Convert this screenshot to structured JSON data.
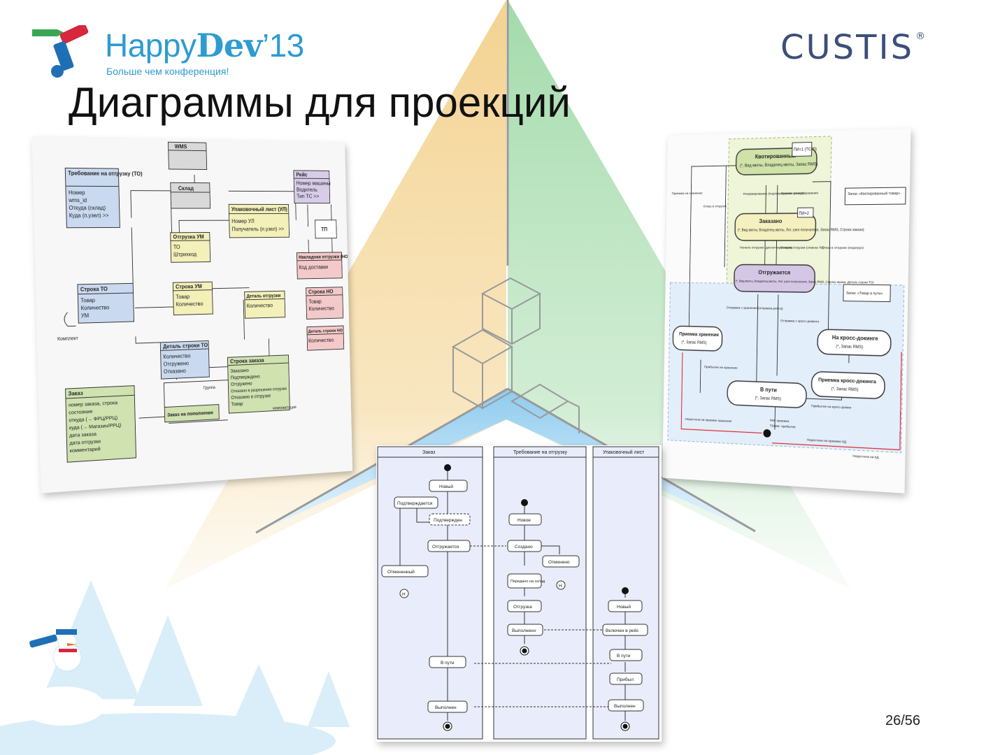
{
  "header": {
    "logo_left": {
      "brand_prefix": "Happy",
      "brand_bold": "Dev",
      "brand_year": "’13",
      "tagline": "Больше чем конференция!"
    },
    "logo_right": {
      "text": "CUSTIS",
      "registered": "®"
    },
    "title": "Диаграммы для проекций"
  },
  "page_number": "26/56",
  "colors": {
    "brand_blue": "#2e9bd1",
    "custis_navy": "#3c4f7a",
    "triangle_yellow": "#f3d08c",
    "triangle_green": "#9ed8a6",
    "triangle_blue": "#9ed1f0"
  },
  "class_diagram": {
    "classes": {
      "wms": {
        "name": "WMS"
      },
      "demand": {
        "name": "Требование на отгрузку (ТО)",
        "attrs": [
          "Номер",
          "wms_id",
          "Откуда (склад)",
          "Куда (п.узел) >>"
        ]
      },
      "warehouse": {
        "name": "Склад"
      },
      "trip": {
        "name": "Рейс",
        "attrs": [
          "Номер машины",
          "Водитель",
          "Тип ТС >>"
        ]
      },
      "packing_list": {
        "name": "Упаковочный лист (УЛ)",
        "attrs": [
          "Номер УЛ",
          "Получатель (п.узел) >>"
        ]
      },
      "ship_unit": {
        "name": "Отгрузка УМ",
        "attrs": [
          "ТО",
          "Штрихкод"
        ]
      },
      "tp": {
        "name": "ТП"
      },
      "invoice": {
        "name": "Накладная отгрузки (НО)",
        "attrs": [
          "Код доставки"
        ]
      },
      "demand_line": {
        "name": "Строка ТО",
        "attrs": [
          "Товар",
          "Количество",
          "УМ"
        ]
      },
      "um_line": {
        "name": "Строка УМ",
        "attrs": [
          "Товар",
          "Количество"
        ]
      },
      "ship_detail": {
        "name": "Деталь отгрузки",
        "attrs": [
          "Количество"
        ]
      },
      "invoice_line": {
        "name": "Строка НО",
        "attrs": [
          "Товар",
          "Количество"
        ]
      },
      "invoice_line_detail": {
        "name": "Деталь строки НО",
        "attrs": [
          "Количество"
        ]
      },
      "demand_line_detail": {
        "name": "Деталь строки ТО",
        "attrs": [
          "Количество",
          "Отгружено",
          "Отказано"
        ]
      },
      "order_line": {
        "name": "Строка заказа",
        "attrs": [
          "Заказано",
          "Подтверждено",
          "Отгружено",
          "Отказано в разрешении отгрузки",
          "Отказано в отгрузке",
          "Товар"
        ]
      },
      "order": {
        "name": "Заказ",
        "attrs": [
          "номер заказа, строка",
          "состояние",
          "откуда (→ ФРЦ/РРЦ)",
          "куда (→ Магазин/РРЦ)",
          "дата заказа",
          "дата отгрузки",
          "комментарий"
        ]
      },
      "replenish_order": {
        "name": "Заказ на пополнение"
      }
    },
    "labels": {
      "komplekt": "Комплект",
      "po_group": "Группа",
      "komplektacija": "комплектация"
    }
  },
  "state_diagram": {
    "states": {
      "quoted": {
        "name": "Квотированный",
        "attrs": "(*, Вид квоты, Владелец квоты, Запас RMS)",
        "tag": "ПИ=1 (ТС70)"
      },
      "ordered": {
        "name": "Заказано",
        "attrs": "(*, Вид квоты, Владелец квоты, Лог. узел получателя, Запас RMS, Строка заказа)",
        "tag": "ПИ=2"
      },
      "shipping": {
        "name": "Отгружается",
        "attrs": "(*, Вид квоты, Владелец квоты, Лог. узел получателя, Запас RMS, Строка заказа, Деталь строки ТО)"
      },
      "storage_receipt": {
        "name": "Приемка хранения",
        "attrs": "(*, Запас RMS)"
      },
      "cross_dock": {
        "name": "На кросс-докинге",
        "attrs": "(*, Запас RMS)"
      },
      "cross_dock_receipt": {
        "name": "Приемка кросс-докинга",
        "attrs": "(*, Запас RMS)"
      },
      "in_transit": {
        "name": "В пути",
        "attrs": "(*, Запас RMS)"
      }
    },
    "notes": {
      "quoted_stock": "Запас «Квотированный товар»",
      "transit_stock": "Запас «Товар в пути»"
    },
    "transitions": {
      "reserve": "Резервирование (подтверждение заказа)",
      "cancel_reserve": "Отмена резервирования",
      "start_ship": "Начало отгрузки (диспетчеризация)",
      "cancel_ship": "Отмена отгрузки (отмена ТО)",
      "refuse_ship": "Отказ в отгрузке",
      "refuse_ship_short": "Отказ в отгрузке (недогруз)",
      "receive_storage": "Приемка на хранение",
      "send_storage": "Отправка с хранения (отправка рейса)",
      "send_cross": "Отправка с кросс-докинга",
      "arrive_storage": "Прибытие на хранение",
      "arrive_cross": "Прибытие на кросс-докинг",
      "shortage_storage": "Недостача на приемке хранения",
      "shortage_cross": "Недостача на приемке КД",
      "shortage_kd": "Недостача на КД",
      "rm_receipt": "RM: приемка",
      "tdm_arrival": "TDMar: прибытие"
    }
  },
  "activity_diagram": {
    "lanes": [
      "Заказ",
      "Требование на отгрузку",
      "Упаковочный лист"
    ],
    "nodes": {
      "o_new": "Новый",
      "o_confirming": "Подтверждается",
      "o_confirmed": "Подтвержден",
      "o_shipping": "Отгружается",
      "o_cancelled": "Отмененный",
      "o_in_transit": "В пути",
      "o_done": "Выполнен",
      "d_new": "Новое",
      "d_created": "Создано",
      "d_refused": "Отменено",
      "d_passed": "Передано на склад",
      "d_shipping": "Отгрузка",
      "d_done": "Выполнено",
      "p_new": "Новый",
      "p_in_trip": "Включен в рейс",
      "p_in_transit": "В пути",
      "p_arrived": "Прибыл",
      "p_done": "Выполнен"
    },
    "history_marker": "H"
  }
}
